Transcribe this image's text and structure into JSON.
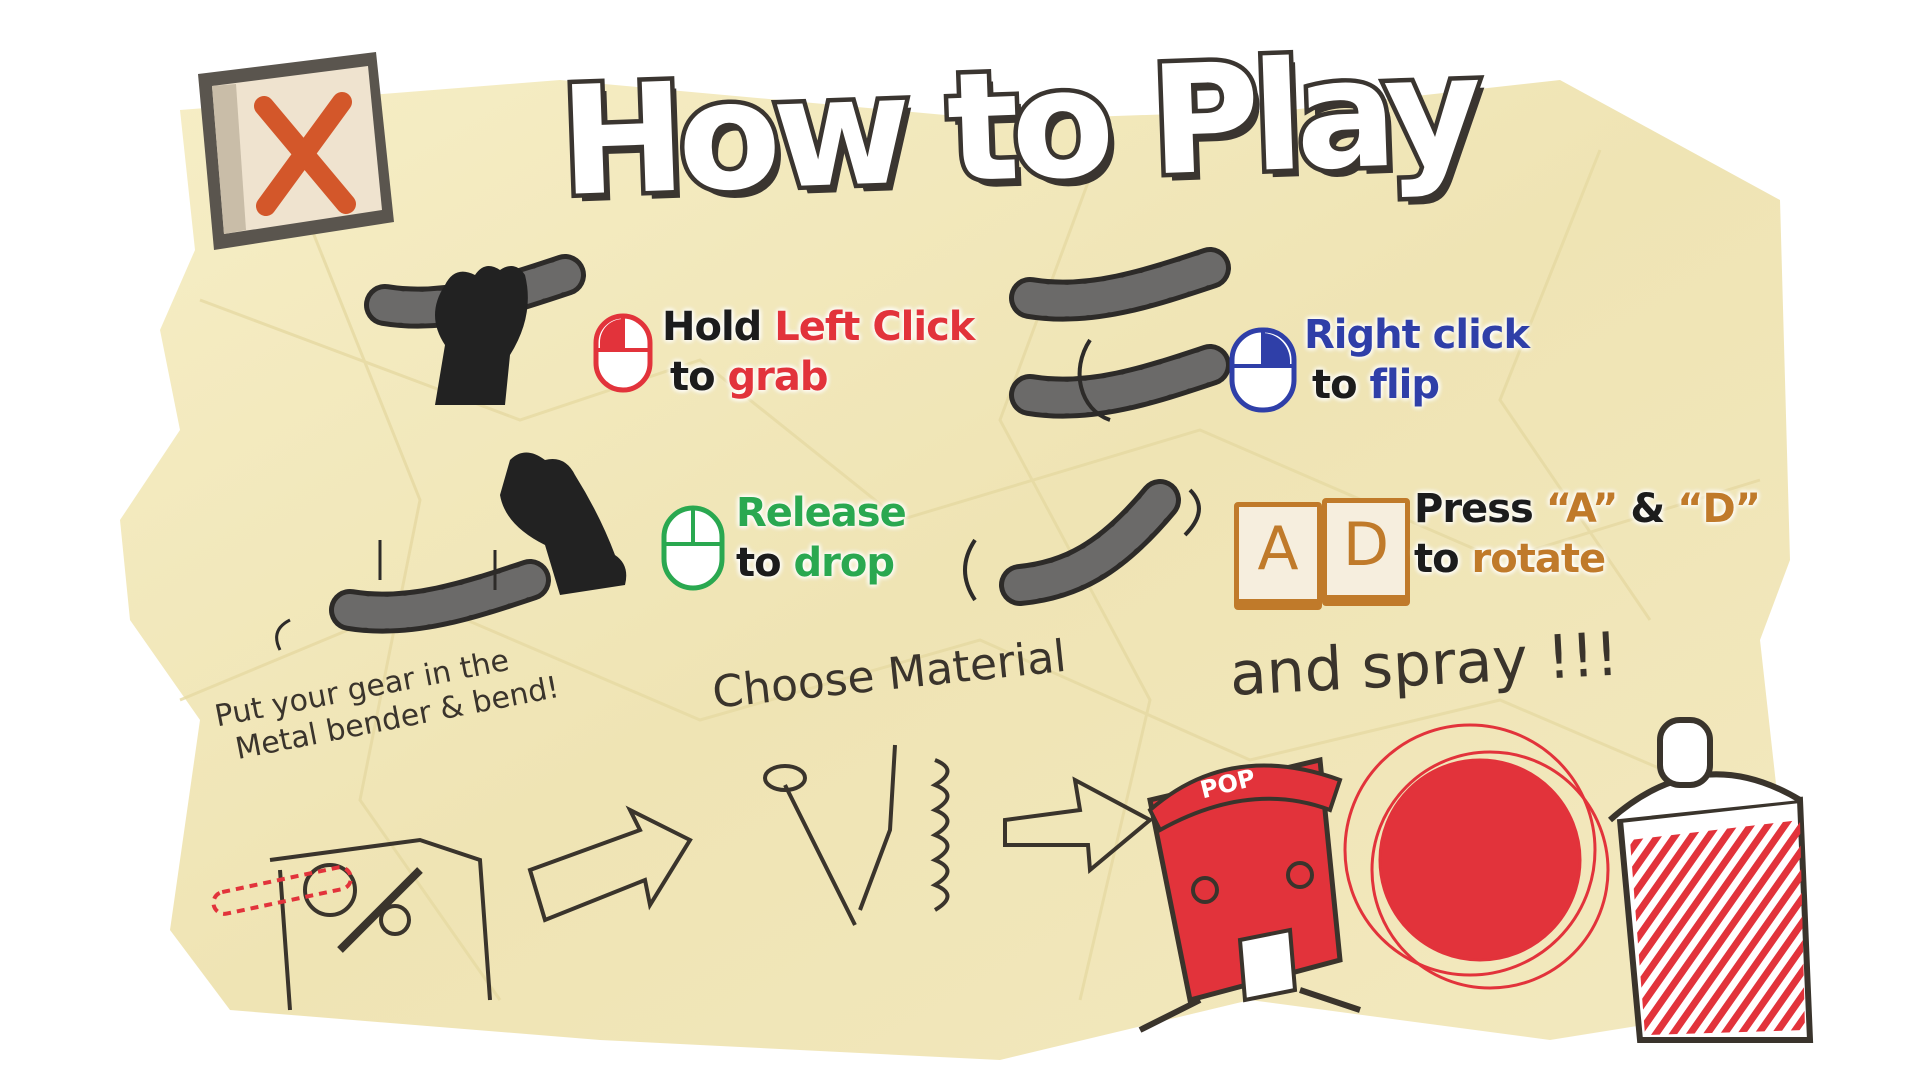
{
  "title": "How to Play",
  "close_button": {
    "icon": "x-icon",
    "color": "#d3572a"
  },
  "instructions": {
    "grab": {
      "line1_prefix": "Hold",
      "line1_highlight": "Left Click",
      "line2_prefix": "to",
      "line2_highlight": "grab",
      "color": "#e2333b"
    },
    "flip": {
      "line1_highlight": "Right click",
      "line2_prefix": "to",
      "line2_highlight": "flip",
      "color": "#2f3fa8"
    },
    "drop": {
      "line1_highlight": "Release",
      "line2_prefix": "to",
      "line2_highlight": "drop",
      "color": "#2aa850"
    },
    "rotate": {
      "key_a": "A",
      "key_d": "D",
      "line1_prefix": "Press",
      "line1_quote_a": "“A”",
      "line1_amp": "&",
      "line1_quote_d": "“D”",
      "line2_prefix": "to",
      "line2_highlight": "rotate",
      "color": "#c07a2a"
    }
  },
  "steps": {
    "bend": {
      "line1": "Put your gear in the",
      "line2": "Metal bender & bend!"
    },
    "material": "Choose Material",
    "spray": "and spray !!!",
    "hat_label": "POP"
  }
}
